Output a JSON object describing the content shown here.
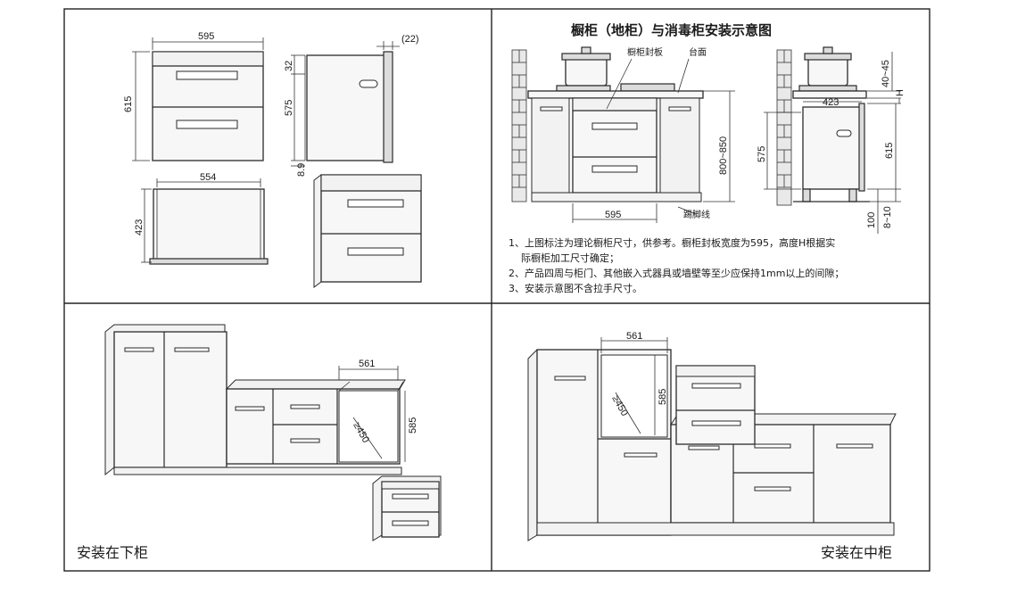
{
  "panel_top_left": {
    "dims": {
      "width_front": "595",
      "height_front": "615",
      "side_top_gap": "(22)",
      "side_top": "32",
      "side_height": "575",
      "side_bottom": "8.9",
      "top_width": "554",
      "top_depth": "423"
    }
  },
  "panel_top_right": {
    "title": "橱柜（地柜）与消毒柜安装示意图",
    "labels": {
      "seal_board": "橱柜封板",
      "countertop": "台面",
      "kick_line": "踢脚线"
    },
    "dims": {
      "front_width": "595",
      "counter_height": "800~850",
      "side_width": "423",
      "side_height": "575",
      "gap_top": "40~45",
      "h_label": "H",
      "total_height": "615",
      "bottom_100": "100",
      "bottom_gap": "8~10"
    },
    "notes": [
      "1、上图标注为理论橱柜尺寸，供参考。橱柜封板宽度为595，高度H根据实",
      "际橱柜加工尺寸确定；",
      "2、产品四周与柜门、其他嵌入式器具或墙壁等至少应保持1mm以上的间隙；",
      "3、安装示意图不含拉手尺寸。"
    ]
  },
  "panel_bottom_left": {
    "caption": "安装在下柜",
    "dims": {
      "width": "561",
      "height": "585",
      "depth": "≥450"
    }
  },
  "panel_bottom_right": {
    "caption": "安装在中柜",
    "dims": {
      "width": "561",
      "height": "585",
      "depth": "≥450"
    }
  }
}
